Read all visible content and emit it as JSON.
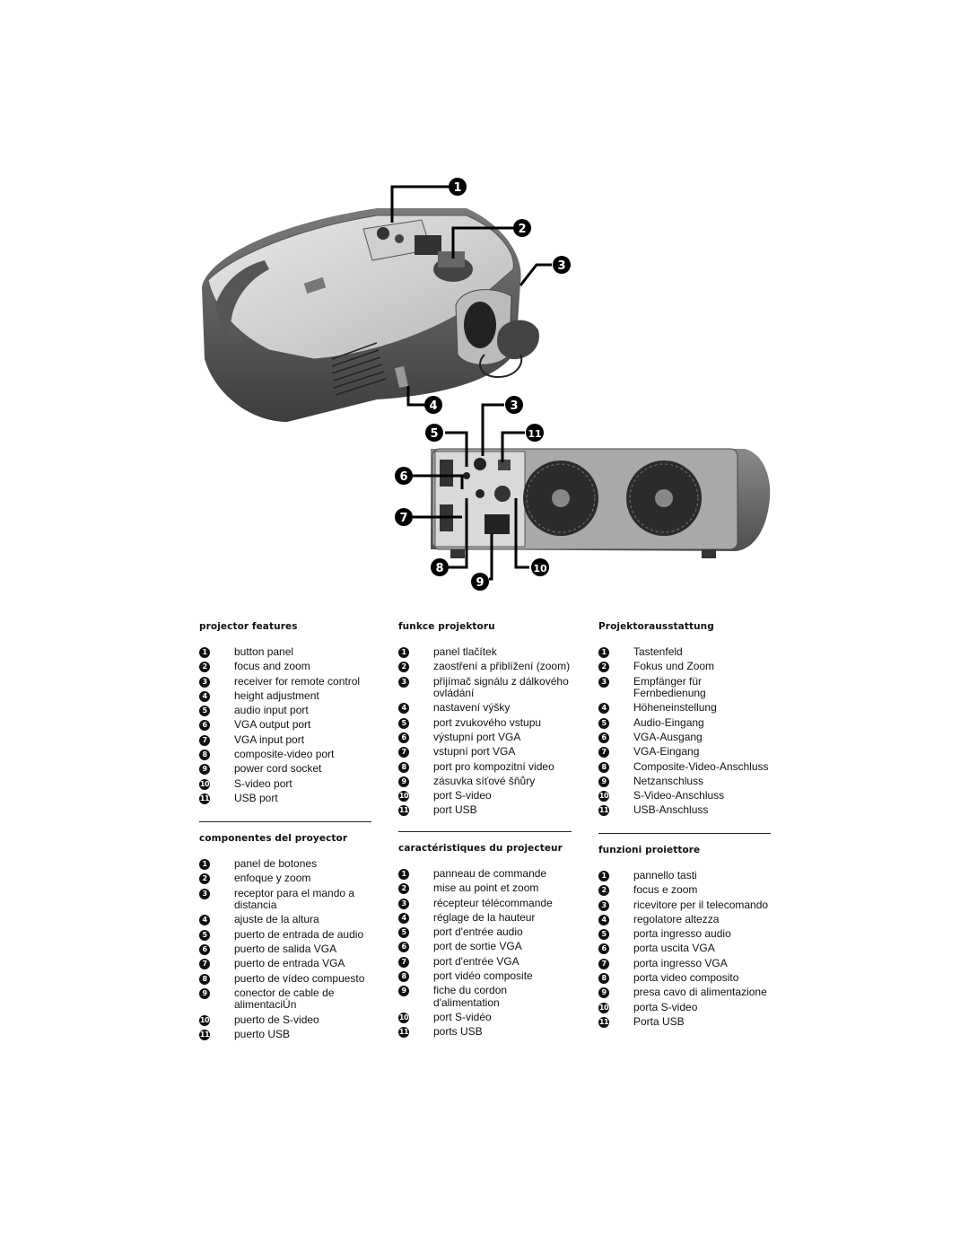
{
  "callouts": {
    "top": [
      "1",
      "2",
      "3"
    ],
    "rear": [
      "4",
      "3",
      "5",
      "11",
      "6",
      "7",
      "8",
      "9",
      "10"
    ]
  },
  "sections": [
    {
      "title": "projector features",
      "items": [
        "button panel",
        "focus and zoom",
        "receiver for remote control",
        "height adjustment",
        "audio input port",
        "VGA output port",
        "VGA input port",
        "composite-video port",
        "power cord socket",
        "S-video port",
        "USB port"
      ]
    },
    {
      "title": "funkce projektoru",
      "items": [
        "panel tlačítek",
        "zaostření a přiblížení (zoom)",
        "přijímač signálu z dálkového ovládání",
        "nastavení výšky",
        "port zvukového vstupu",
        "výstupní port VGA",
        "vstupní port VGA",
        "port pro kompozitní video",
        "zásuvka síťové šňůry",
        "port S-video",
        "port USB"
      ]
    },
    {
      "title": "Projektorausstattung",
      "items": [
        "Tastenfeld",
        "Fokus und Zoom",
        "Empfänger für Fernbedienung",
        "Höheneinstellung",
        "Audio-Eingang",
        "VGA-Ausgang",
        "VGA-Eingang",
        "Composite-Video-Anschluss",
        "Netzanschluss",
        "S-Video-Anschluss",
        "USB-Anschluss"
      ]
    },
    {
      "title": "componentes del proyector",
      "items": [
        "panel de botones",
        "enfoque y zoom",
        "receptor para el mando a distancia",
        "ajuste de la altura",
        "puerto de entrada de audio",
        "puerto de salida VGA",
        "puerto de entrada VGA",
        "puerto de vídeo compuesto",
        "conector de cable de alimentaciÚn",
        "puerto de S-video",
        "puerto USB"
      ]
    },
    {
      "title": "caractéristiques du projecteur",
      "items": [
        "panneau de commande",
        "mise au point et zoom",
        "récepteur télécommande",
        "réglage de la hauteur",
        "port d'entrée audio",
        "port de sortie VGA",
        "port d'entrée VGA",
        "port vidéo composite",
        "fiche du cordon d'alimentation",
        "port S-vidéo",
        "ports USB"
      ]
    },
    {
      "title": "funzioni proiettore",
      "items": [
        "pannello tasti",
        "focus e zoom",
        "ricevitore per il telecomando",
        "regolatore altezza",
        "porta ingresso audio",
        "porta uscita VGA",
        "porta ingresso VGA",
        "porta video composito",
        "presa cavo di alimentazione",
        "porta S-video",
        "Porta USB"
      ]
    }
  ]
}
